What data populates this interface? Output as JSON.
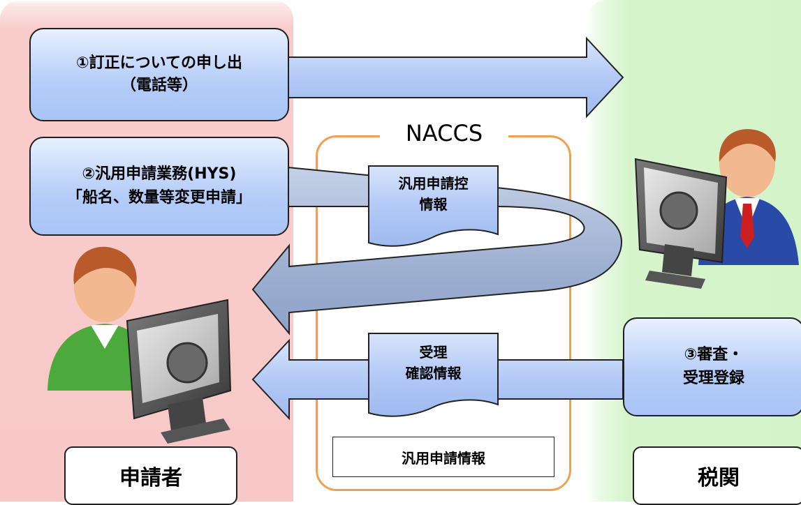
{
  "diagram": {
    "container_title": "NACCS",
    "steps": {
      "step1": "①訂正についての申し出\n（電話等）",
      "step2": "②汎用申請業務(HYS)\n「船名、数量等変更申請」",
      "step3": "③審査・\n受理登録"
    },
    "documents": {
      "doc_application_copy": "汎用申請控\n情報",
      "doc_acceptance": "受理\n確認情報"
    },
    "naccs_info_box": "汎用申請情報",
    "actors": {
      "applicant": "申請者",
      "customs": "税関"
    }
  },
  "colors": {
    "applicant_zone": "#f8c8c8",
    "customs_zone": "#d4f3c9",
    "naccs_border": "#f0a050",
    "arrow_blue": "#b4ccf8",
    "arrow_band_gray": "#9aaed0"
  }
}
